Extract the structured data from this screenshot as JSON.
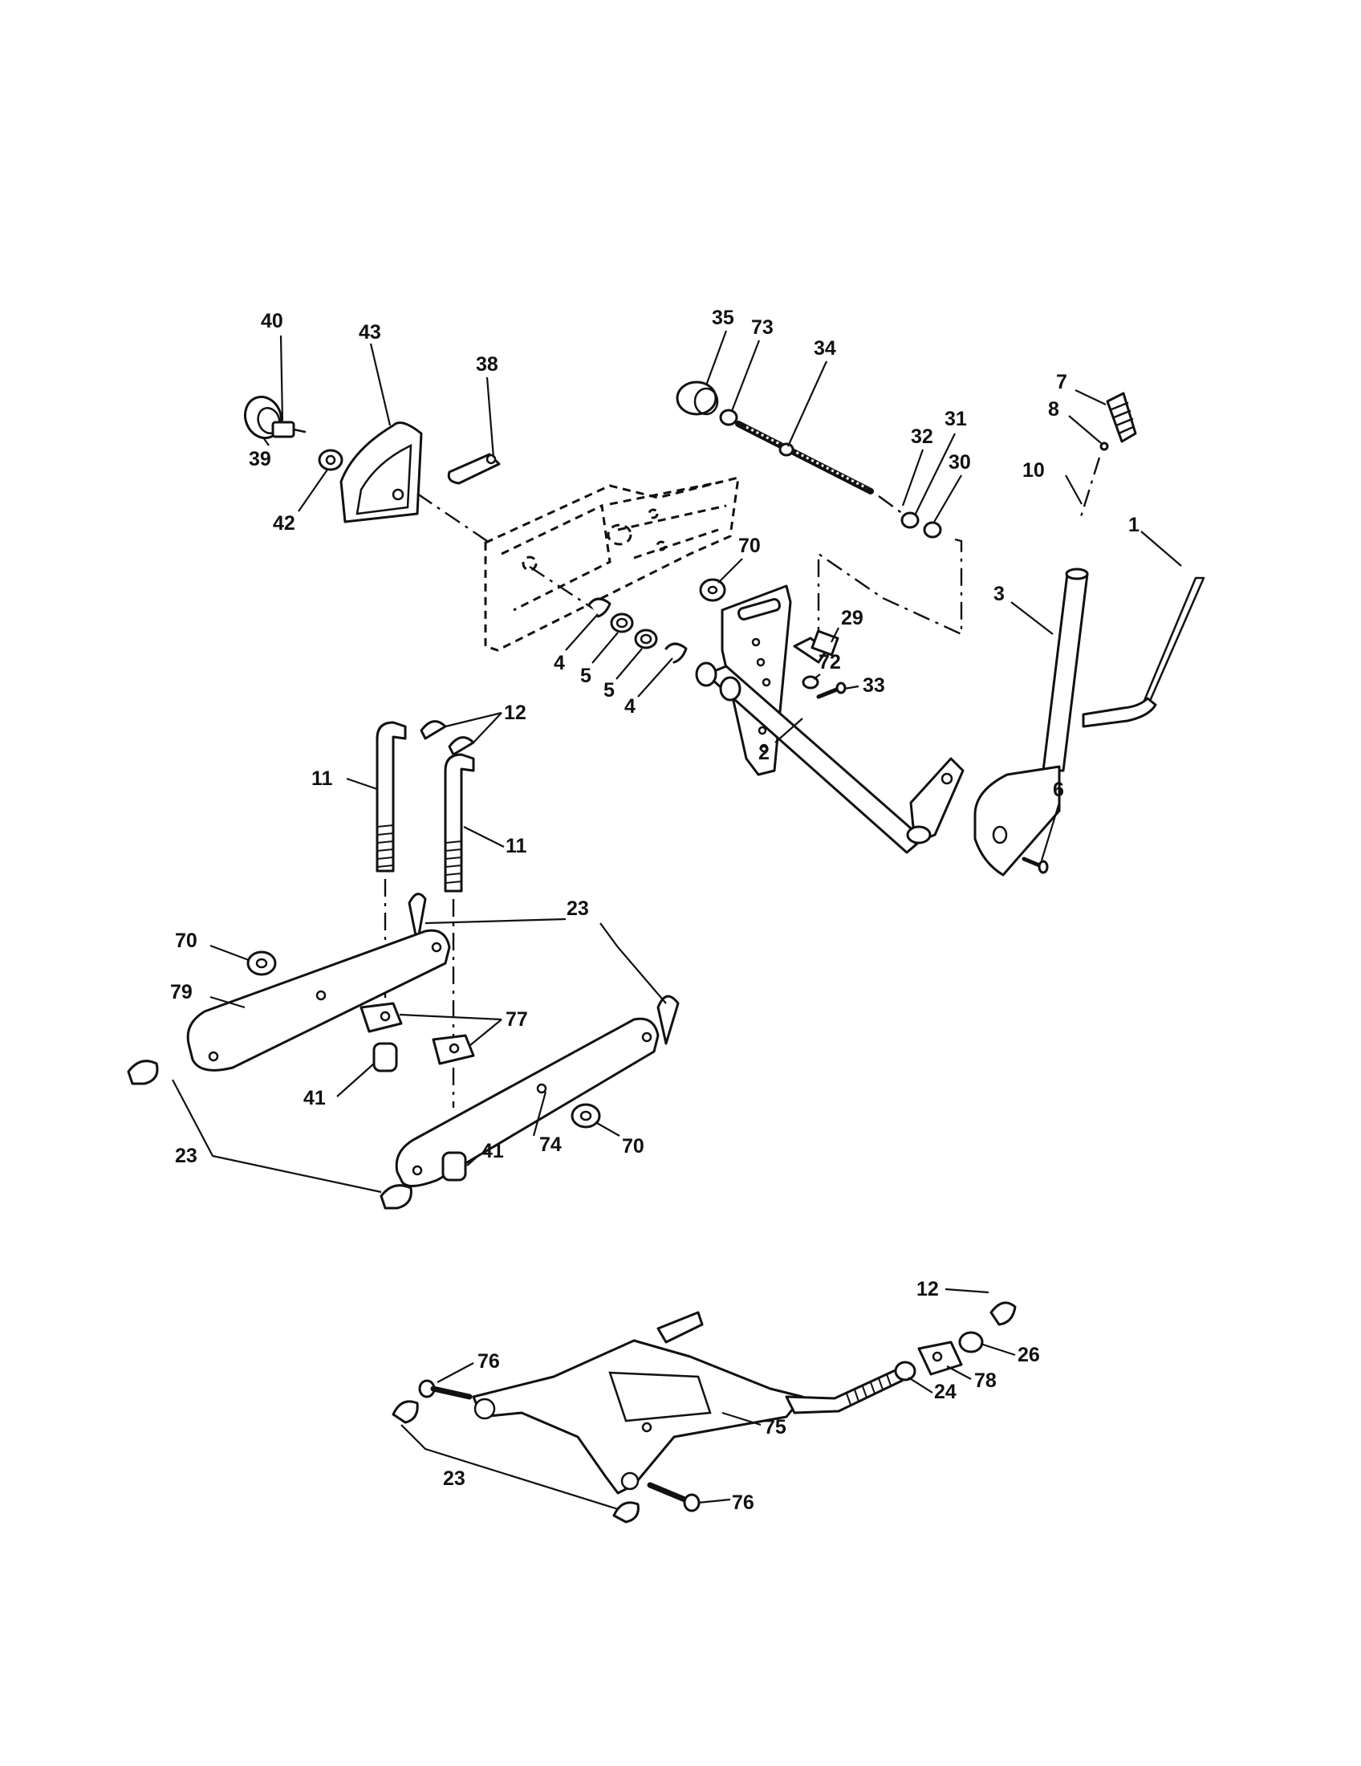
{
  "diagram": {
    "callouts": [
      {
        "id": "c40a",
        "text": "40"
      },
      {
        "id": "c43",
        "text": "43"
      },
      {
        "id": "c38",
        "text": "38"
      },
      {
        "id": "c39",
        "text": "39"
      },
      {
        "id": "c42",
        "text": "42"
      },
      {
        "id": "c35",
        "text": "35"
      },
      {
        "id": "c73",
        "text": "73"
      },
      {
        "id": "c34",
        "text": "34"
      },
      {
        "id": "c32",
        "text": "32"
      },
      {
        "id": "c31",
        "text": "31"
      },
      {
        "id": "c30",
        "text": "30"
      },
      {
        "id": "c7",
        "text": "7"
      },
      {
        "id": "c8",
        "text": "8"
      },
      {
        "id": "c10",
        "text": "10"
      },
      {
        "id": "c1",
        "text": "1"
      },
      {
        "id": "c3",
        "text": "3"
      },
      {
        "id": "c70a",
        "text": "70"
      },
      {
        "id": "c29",
        "text": "29"
      },
      {
        "id": "c72",
        "text": "72"
      },
      {
        "id": "c33",
        "text": "33"
      },
      {
        "id": "c4a",
        "text": "4"
      },
      {
        "id": "c5a",
        "text": "5"
      },
      {
        "id": "c5b",
        "text": "5"
      },
      {
        "id": "c4b",
        "text": "4"
      },
      {
        "id": "c2",
        "text": "2"
      },
      {
        "id": "c6",
        "text": "6"
      },
      {
        "id": "c12a",
        "text": "12"
      },
      {
        "id": "c11a",
        "text": "11"
      },
      {
        "id": "c11b",
        "text": "11"
      },
      {
        "id": "c23a",
        "text": "23"
      },
      {
        "id": "c70b",
        "text": "70"
      },
      {
        "id": "c79",
        "text": "79"
      },
      {
        "id": "c77",
        "text": "77"
      },
      {
        "id": "c41a",
        "text": "41"
      },
      {
        "id": "c74",
        "text": "74"
      },
      {
        "id": "c70c",
        "text": "70"
      },
      {
        "id": "c23b",
        "text": "23"
      },
      {
        "id": "c41b",
        "text": "41"
      },
      {
        "id": "c12b",
        "text": "12"
      },
      {
        "id": "c76a",
        "text": "76"
      },
      {
        "id": "c26",
        "text": "26"
      },
      {
        "id": "c24",
        "text": "24"
      },
      {
        "id": "c78",
        "text": "78"
      },
      {
        "id": "c75",
        "text": "75"
      },
      {
        "id": "c23c",
        "text": "23"
      },
      {
        "id": "c76b",
        "text": "76"
      }
    ]
  }
}
